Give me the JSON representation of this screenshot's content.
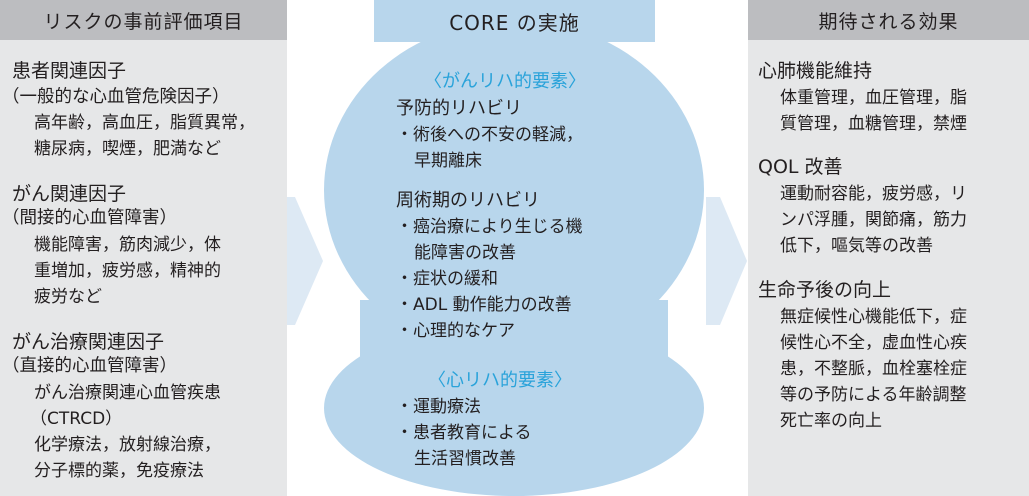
{
  "left": {
    "header": "リスクの事前評価項目",
    "groups": [
      {
        "title": "患者関連因子",
        "subtitle": "（一般的な心血管危険因子）",
        "lines": [
          "高年齢，高血圧，脂質異常，",
          "糖尿病，喫煙，肥満など"
        ]
      },
      {
        "title": "がん関連因子",
        "subtitle": "（間接的心血管障害）",
        "lines": [
          "機能障害，筋肉減少，体",
          "重増加，疲労感，精神的",
          "疲労など"
        ]
      },
      {
        "title": "がん治療関連因子",
        "subtitle": "（直接的心血管障害）",
        "lines": [
          "がん治療関連心血管疾患",
          "（CTRCD）",
          "化学療法，放射線治療，",
          "分子標的薬，免疫療法"
        ]
      }
    ]
  },
  "center": {
    "header": "CORE の実施",
    "section1_title": "〈がんリハ的要素〉",
    "sub1_title": "予防的リハビリ",
    "sub1_lines": [
      "・術後への不安の軽減，",
      "早期離床"
    ],
    "sub2_title": "周術期のリハビリ",
    "sub2_lines": [
      "・癌治療により生じる機",
      "能障害の改善",
      "・症状の緩和",
      "・ADL 動作能力の改善",
      "・心理的なケア"
    ],
    "section2_title": "〈心リハ的要素〉",
    "sec2_lines": [
      "・運動療法",
      "・患者教育による",
      "生活習慣改善"
    ]
  },
  "right": {
    "header": "期待される効果",
    "groups": [
      {
        "title": "心肺機能維持",
        "lines": [
          "体重管理，血圧管理，脂",
          "質管理，血糖管理，禁煙"
        ]
      },
      {
        "title": "QOL 改善",
        "lines": [
          "運動耐容能，疲労感，リ",
          "ンパ浮腫，関節痛，筋力",
          "低下，嘔気等の改善"
        ]
      },
      {
        "title": "生命予後の向上",
        "lines": [
          "無症候性心機能低下，症",
          "候性心不全，虚血性心疾",
          "患，不整脈，血栓塞栓症",
          "等の予防による年齢調整",
          "死亡率の向上"
        ]
      }
    ]
  },
  "colors": {
    "side_panel": "#e6e7e8",
    "side_header": "#bcbdc0",
    "center_blob": "#b8d6ec",
    "arrow": "#dde9f4",
    "accent_text": "#2aa3da"
  }
}
